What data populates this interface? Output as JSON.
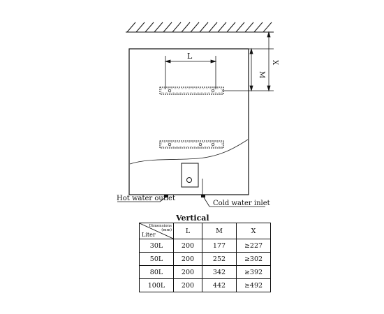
{
  "labels": {
    "dim_l": "L",
    "dim_m": "M",
    "dim_x": "X",
    "hot_outlet": "Hot water outlet",
    "cold_inlet": "Cold water inlet"
  },
  "table": {
    "title": "Vertical",
    "corner_top": "Dimensions (mm)",
    "corner_bottom": "Liter",
    "columns": [
      "L",
      "M",
      "X"
    ],
    "rows": [
      {
        "liter": "30L",
        "L": "200",
        "M": "177",
        "X": "≥227"
      },
      {
        "liter": "50L",
        "L": "200",
        "M": "252",
        "X": "≥302"
      },
      {
        "liter": "80L",
        "L": "200",
        "M": "342",
        "X": "≥392"
      },
      {
        "liter": "100L",
        "L": "200",
        "M": "442",
        "X": "≥492"
      }
    ]
  }
}
